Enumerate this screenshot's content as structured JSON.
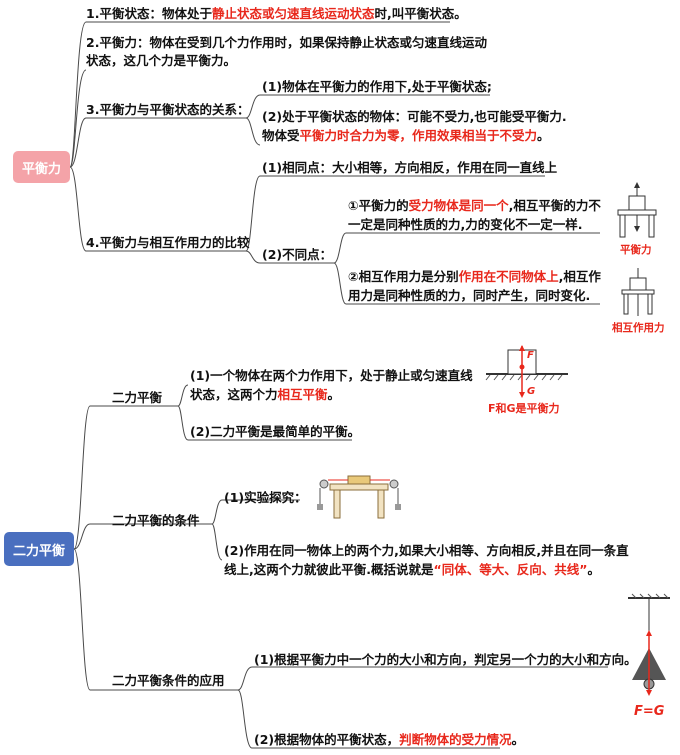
{
  "sec1": {
    "root": "平衡力",
    "i1": {
      "a": "1.平衡状态：物体处于",
      "r": "静止状态或匀速直线运动状态",
      "b": "时,叫平衡状态。"
    },
    "i2": {
      "l1": "2.平衡力：物体在受到几个力作用时，如果保持静止状态或匀速直线运动",
      "l2": "状态，这几个力是平衡力。"
    },
    "i3": {
      "label": "3.平衡力与平衡状态的关系：",
      "s1": "(1)物体在平衡力的作用下,处于平衡状态;",
      "s2l1": "(2)处于平衡状态的物体：可能不受力,也可能受平衡力.",
      "s2a": "物体受",
      "s2r": "平衡力时合力为零，作用效果相当于不受力",
      "s2b": "。"
    },
    "i4": {
      "label": "4.平衡力与相互作用力的比较",
      "same": "(1)相同点：大小相等，方向相反，作用在同一直线上",
      "diff": "(2)不同点：",
      "d1a": "①平衡力的",
      "d1r": "受力物体是同一个",
      ",d1b": "",
      "d1b2": ",相互平衡的力不",
      "d1l2": "一定是同种性质的力,力的变化不一定一样.",
      "d2a": "②相互作用力是分别",
      "d2r": "作用在不同物体上",
      "d2b": ",相互作",
      "d2l2": "用力是同种性质的力，同时产生，同时变化.",
      "cap1": "平衡力",
      "cap2": "相互作用力"
    }
  },
  "sec2": {
    "root": "二力平衡",
    "b1": {
      "label": "二力平衡",
      "s1l1": "(1)一个物体在两个力作用下，处于静止或匀速直线",
      "s1a": "状态，这两个力",
      "s1r": "相互平衡",
      "s1b": "。",
      "s2": "(2)二力平衡是最简单的平衡。",
      "cap": "F和G是平衡力",
      "figF": "F",
      "figG": "G"
    },
    "b2": {
      "label": "二力平衡的条件",
      "s1": "(1)实验探究：",
      "s2l1": "(2)作用在同一物体上的两个力,如果大小相等、方向相反,并且在同一条直",
      "s2a": "线上,这两个力就彼此平衡.概括说就是",
      "s2r": "“同体、等大、反向、共线”",
      "s2b": "。"
    },
    "b3": {
      "label": "二力平衡条件的应用",
      "s1": "(1)根据平衡力中一个力的大小和方向，判定另一个力的大小和方向。",
      "s2a": "(2)根据物体的平衡状态，",
      "s2r": "判断物体的受力情况",
      "s2b": "。",
      "cap": "F=G"
    }
  },
  "colors": {
    "root1": "#f4a3a8",
    "root2": "#4a6fbf",
    "accent": "#e8281c",
    "line": "#4a4a4a"
  }
}
